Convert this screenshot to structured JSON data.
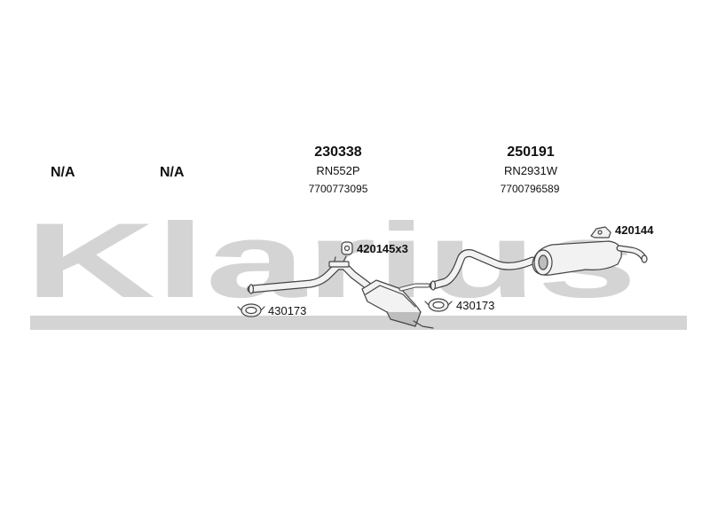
{
  "watermark": {
    "text": "Klarius",
    "color": "#d4d4d4"
  },
  "columns": [
    {
      "na_label": "N/A"
    },
    {
      "na_label": "N/A"
    }
  ],
  "front_part": {
    "number": "230338",
    "ref": "RN552P",
    "oem": "7700773095"
  },
  "rear_part": {
    "number": "250191",
    "ref": "RN2931W",
    "oem": "7700796589"
  },
  "accessories": {
    "mount_front": {
      "code": "420145x3"
    },
    "clamp_left": {
      "code": "430173"
    },
    "clamp_mid": {
      "code": "430173"
    },
    "mount_rear": {
      "code": "420144"
    }
  },
  "colors": {
    "line": "#444444",
    "pipe_fill": "#f2f2f2",
    "shade": "#bdbdbd"
  }
}
